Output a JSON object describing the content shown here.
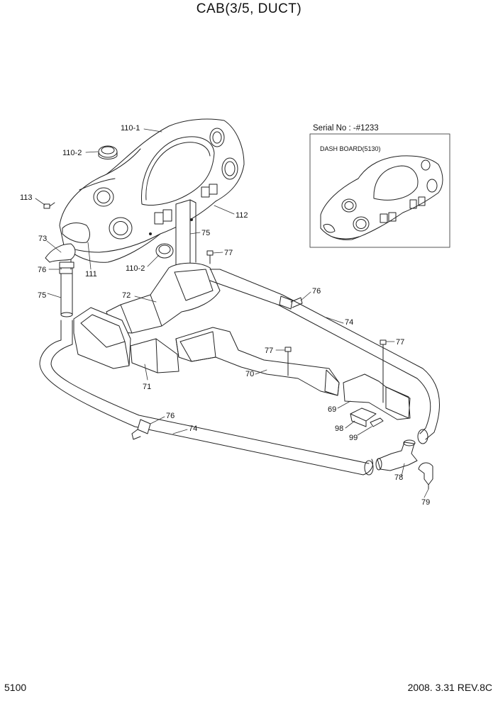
{
  "page_title": "CAB(3/5, DUCT)",
  "page_number": "5100",
  "revision": "2008. 3.31  REV.8C",
  "inset": {
    "serial_label": "Serial No : -#1233",
    "caption": "DASH BOARD(5130)"
  },
  "labels": {
    "p110_1": "110-1",
    "p110_2_top": "110-2",
    "p110_2_bottom": "110-2",
    "p113": "113",
    "p73": "73",
    "p76_left": "76",
    "p111": "111",
    "p112": "112",
    "p75_top": "75",
    "p75_left": "75",
    "p77_top": "77",
    "p72": "72",
    "p76_right": "76",
    "p74_right": "74",
    "p77_mid": "77",
    "p77_right": "77",
    "p70": "70",
    "p71": "71",
    "p69": "69",
    "p98": "98",
    "p99": "99",
    "p76_bottom": "76",
    "p74_bottom": "74",
    "p78": "78",
    "p79": "79"
  }
}
